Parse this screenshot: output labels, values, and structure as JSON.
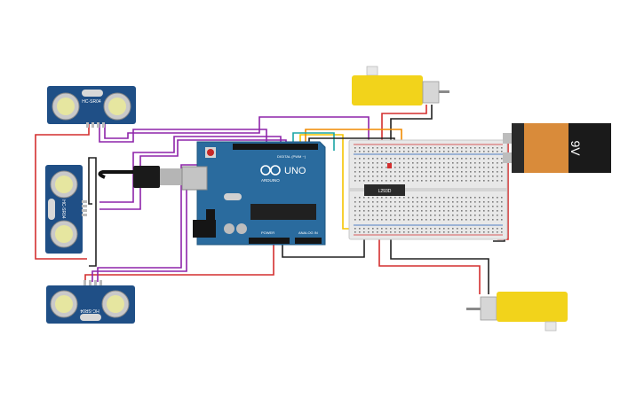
{
  "sensors": {
    "top": {
      "model": "HC-SR04"
    },
    "left": {
      "model": "HC-SR04"
    },
    "bottom": {
      "model": "HC-SR04"
    }
  },
  "arduino": {
    "brand": "ARDUINO",
    "model": "UNO",
    "digital_label": "DIGITAL (PWM ~)",
    "power_label": "POWER",
    "analog_label": "ANALOG IN"
  },
  "driver_chip": {
    "label": "L293D"
  },
  "battery": {
    "label": "9V"
  },
  "colors": {
    "board": "#2a6b9e",
    "breadboard": "#e8e8e8",
    "motor": "#f2d31b",
    "battery_top": "#2a2a2a",
    "battery_body": "#d98b3a",
    "sensor": "#1f4f86",
    "wire_red": "#d32f2f",
    "wire_black": "#222222",
    "wire_purple": "#8e24aa",
    "wire_yellow": "#f5c400",
    "wire_orange": "#f08a00",
    "wire_teal": "#1aa5a5"
  }
}
